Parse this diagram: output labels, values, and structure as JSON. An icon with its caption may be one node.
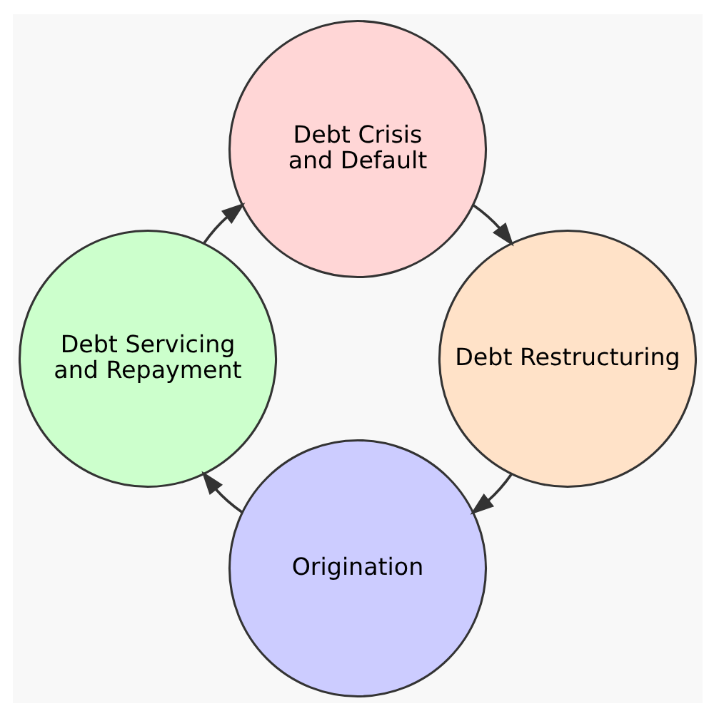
{
  "diagram": {
    "nodes": [
      {
        "text": [
          "Origination"
        ]
      },
      {
        "text": [
          "Debt Servicing and Repayment"
        ]
      },
      {
        "text": [
          "Debt Crisis and Default"
        ]
      },
      {
        "text": [
          "Debt Restructuring"
        ]
      }
    ],
    "edges": [
      {
        "from": 0,
        "to": 1,
        "arrow": "to"
      },
      {
        "from": 1,
        "to": 2,
        "arrow": "to"
      },
      {
        "from": 2,
        "to": 3,
        "arrow": "to"
      },
      {
        "from": 3,
        "to": 0,
        "arrow": "to"
      }
    ]
  }
}
